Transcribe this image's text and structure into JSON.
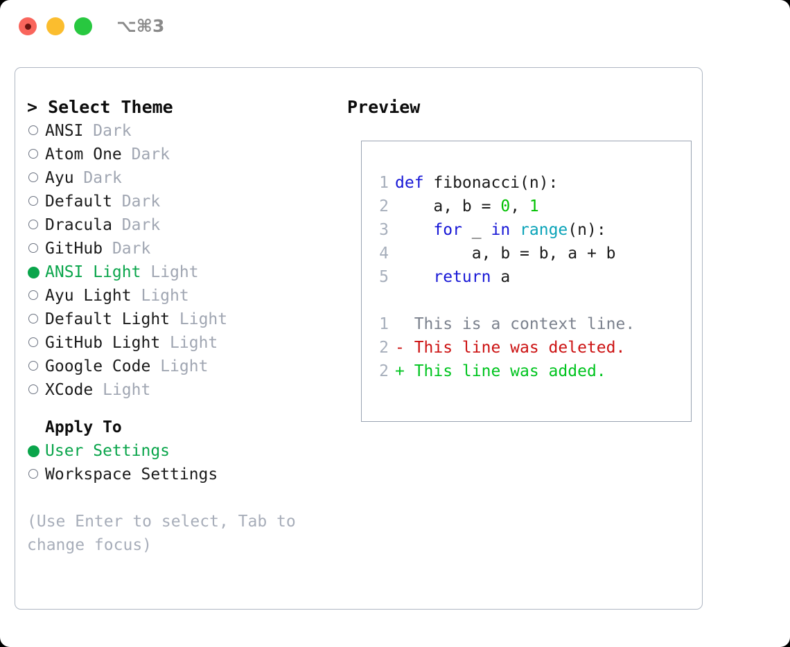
{
  "titlebar": {
    "shortcut": "⌥⌘3",
    "buttons": [
      {
        "name": "close",
        "color": "#f9655c",
        "inner": "#6b1410"
      },
      {
        "name": "minimize",
        "color": "#fbbd2e",
        "inner": null
      },
      {
        "name": "zoom",
        "color": "#28c840",
        "inner": null
      }
    ]
  },
  "theme_picker": {
    "header": "> Select Theme",
    "options": [
      {
        "name": "ANSI",
        "kind": "Dark",
        "selected": false
      },
      {
        "name": "Atom One",
        "kind": "Dark",
        "selected": false
      },
      {
        "name": "Ayu",
        "kind": "Dark",
        "selected": false
      },
      {
        "name": "Default",
        "kind": "Dark",
        "selected": false
      },
      {
        "name": "Dracula",
        "kind": "Dark",
        "selected": false
      },
      {
        "name": "GitHub",
        "kind": "Dark",
        "selected": false
      },
      {
        "name": "ANSI Light",
        "kind": "Light",
        "selected": true
      },
      {
        "name": "Ayu Light",
        "kind": "Light",
        "selected": false
      },
      {
        "name": "Default Light",
        "kind": "Light",
        "selected": false
      },
      {
        "name": "GitHub Light",
        "kind": "Light",
        "selected": false
      },
      {
        "name": "Google Code",
        "kind": "Light",
        "selected": false
      },
      {
        "name": "XCode",
        "kind": "Light",
        "selected": false
      }
    ]
  },
  "apply_to": {
    "header": "Apply To",
    "options": [
      {
        "name": "User Settings",
        "selected": true
      },
      {
        "name": "Workspace Settings",
        "selected": false
      }
    ]
  },
  "hint": "(Use Enter to select, Tab to change focus)",
  "preview": {
    "title": "Preview",
    "code_lines": [
      {
        "num": "1",
        "tokens": [
          {
            "t": "def ",
            "c": "kw"
          },
          {
            "t": "fibonacci(n):",
            "c": "plain"
          }
        ]
      },
      {
        "num": "2",
        "tokens": [
          {
            "t": "    a, b = ",
            "c": "plain"
          },
          {
            "t": "0",
            "c": "num"
          },
          {
            "t": ", ",
            "c": "plain"
          },
          {
            "t": "1",
            "c": "num"
          }
        ]
      },
      {
        "num": "3",
        "tokens": [
          {
            "t": "    ",
            "c": "plain"
          },
          {
            "t": "for",
            "c": "kw"
          },
          {
            "t": " _ ",
            "c": "plain"
          },
          {
            "t": "in",
            "c": "kw"
          },
          {
            "t": " ",
            "c": "plain"
          },
          {
            "t": "range",
            "c": "fn"
          },
          {
            "t": "(n):",
            "c": "plain"
          }
        ]
      },
      {
        "num": "4",
        "tokens": [
          {
            "t": "        a, b = b, a + b",
            "c": "plain"
          }
        ]
      },
      {
        "num": "5",
        "tokens": [
          {
            "t": "    ",
            "c": "plain"
          },
          {
            "t": "return",
            "c": "kw"
          },
          {
            "t": " a",
            "c": "plain"
          }
        ]
      }
    ],
    "diff_lines": [
      {
        "num": "1",
        "text": "  This is a context line.",
        "kind": "ctx"
      },
      {
        "num": "2",
        "text": "- This line was deleted.",
        "kind": "del"
      },
      {
        "num": "2",
        "text": "+ This line was added.",
        "kind": "add"
      }
    ]
  },
  "colors": {
    "accent_green": "#0aa54b",
    "muted_gray": "#a0a6b2",
    "keyword_blue": "#1717d6",
    "function_cyan": "#0aa3b8",
    "number_green": "#00c000",
    "diff_deleted": "#cc1111",
    "diff_added": "#00c41f",
    "border": "#aeb6c2"
  }
}
